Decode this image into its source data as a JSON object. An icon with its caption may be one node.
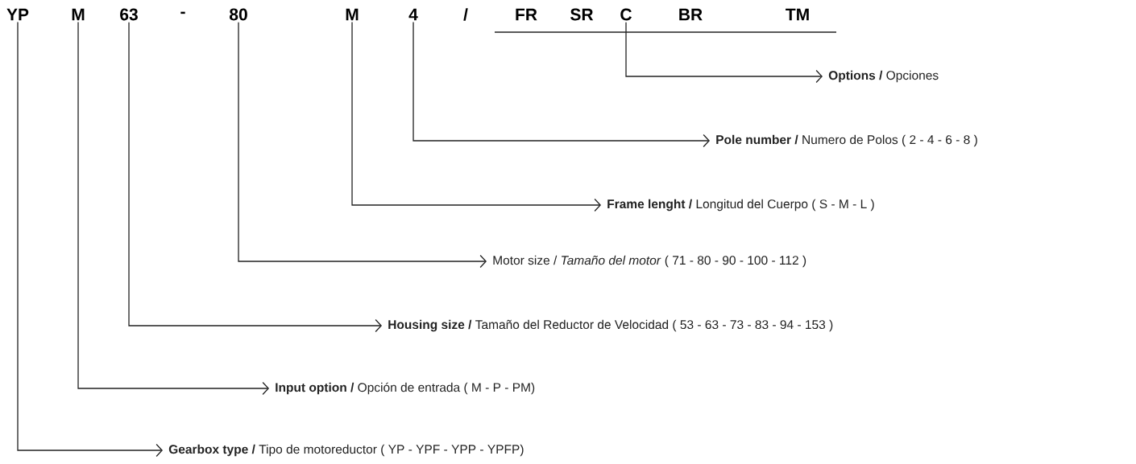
{
  "diagram": {
    "nodes": [
      {
        "text": [
          "YP"
        ]
      },
      {
        "text": [
          "M"
        ]
      },
      {
        "text": [
          "63"
        ]
      },
      {
        "text": [
          "80"
        ]
      },
      {
        "text": [
          "M"
        ]
      },
      {
        "text": [
          "4"
        ]
      },
      {
        "text": [
          "C"
        ]
      },
      {
        "text": [
          "**Options /** Opciones"
        ]
      },
      {
        "text": [
          "**Pole number /** Numero de Polos ( 2 - 4 - 6 - 8 )"
        ]
      },
      {
        "text": [
          "**Frame lenght /** Longitud del Cuerpo ( S - M - L )"
        ]
      },
      {
        "text": [
          "Motor size / *Tamaño del motor* ( 71 - 80 - 90 - 100 - 112 )"
        ]
      },
      {
        "text": [
          "**Housing size /** Tamaño del Reductor de Velocidad ( 53 - 63 - 73 - 83 - 94 - 153 )"
        ]
      },
      {
        "text": [
          "**Input option /** Opción de entrada ( M - P - PM)"
        ]
      },
      {
        "text": [
          "**Gearbox type /** Tipo de motoreductor ( YP - YPF - YPP - YPFP)"
        ]
      }
    ],
    "edges": [
      {
        "from": 6,
        "to": 7,
        "arrow": "to"
      },
      {
        "from": 5,
        "to": 8,
        "arrow": "to"
      },
      {
        "from": 4,
        "to": 9,
        "arrow": "to"
      },
      {
        "from": 3,
        "to": 10,
        "arrow": "to"
      },
      {
        "from": 2,
        "to": 11,
        "arrow": "to"
      },
      {
        "from": 1,
        "to": 12,
        "arrow": "to"
      },
      {
        "from": 0,
        "to": 13,
        "arrow": "to"
      }
    ],
    "labels": [
      "-",
      "/",
      "FR",
      "SR",
      "BR",
      "TM"
    ]
  }
}
